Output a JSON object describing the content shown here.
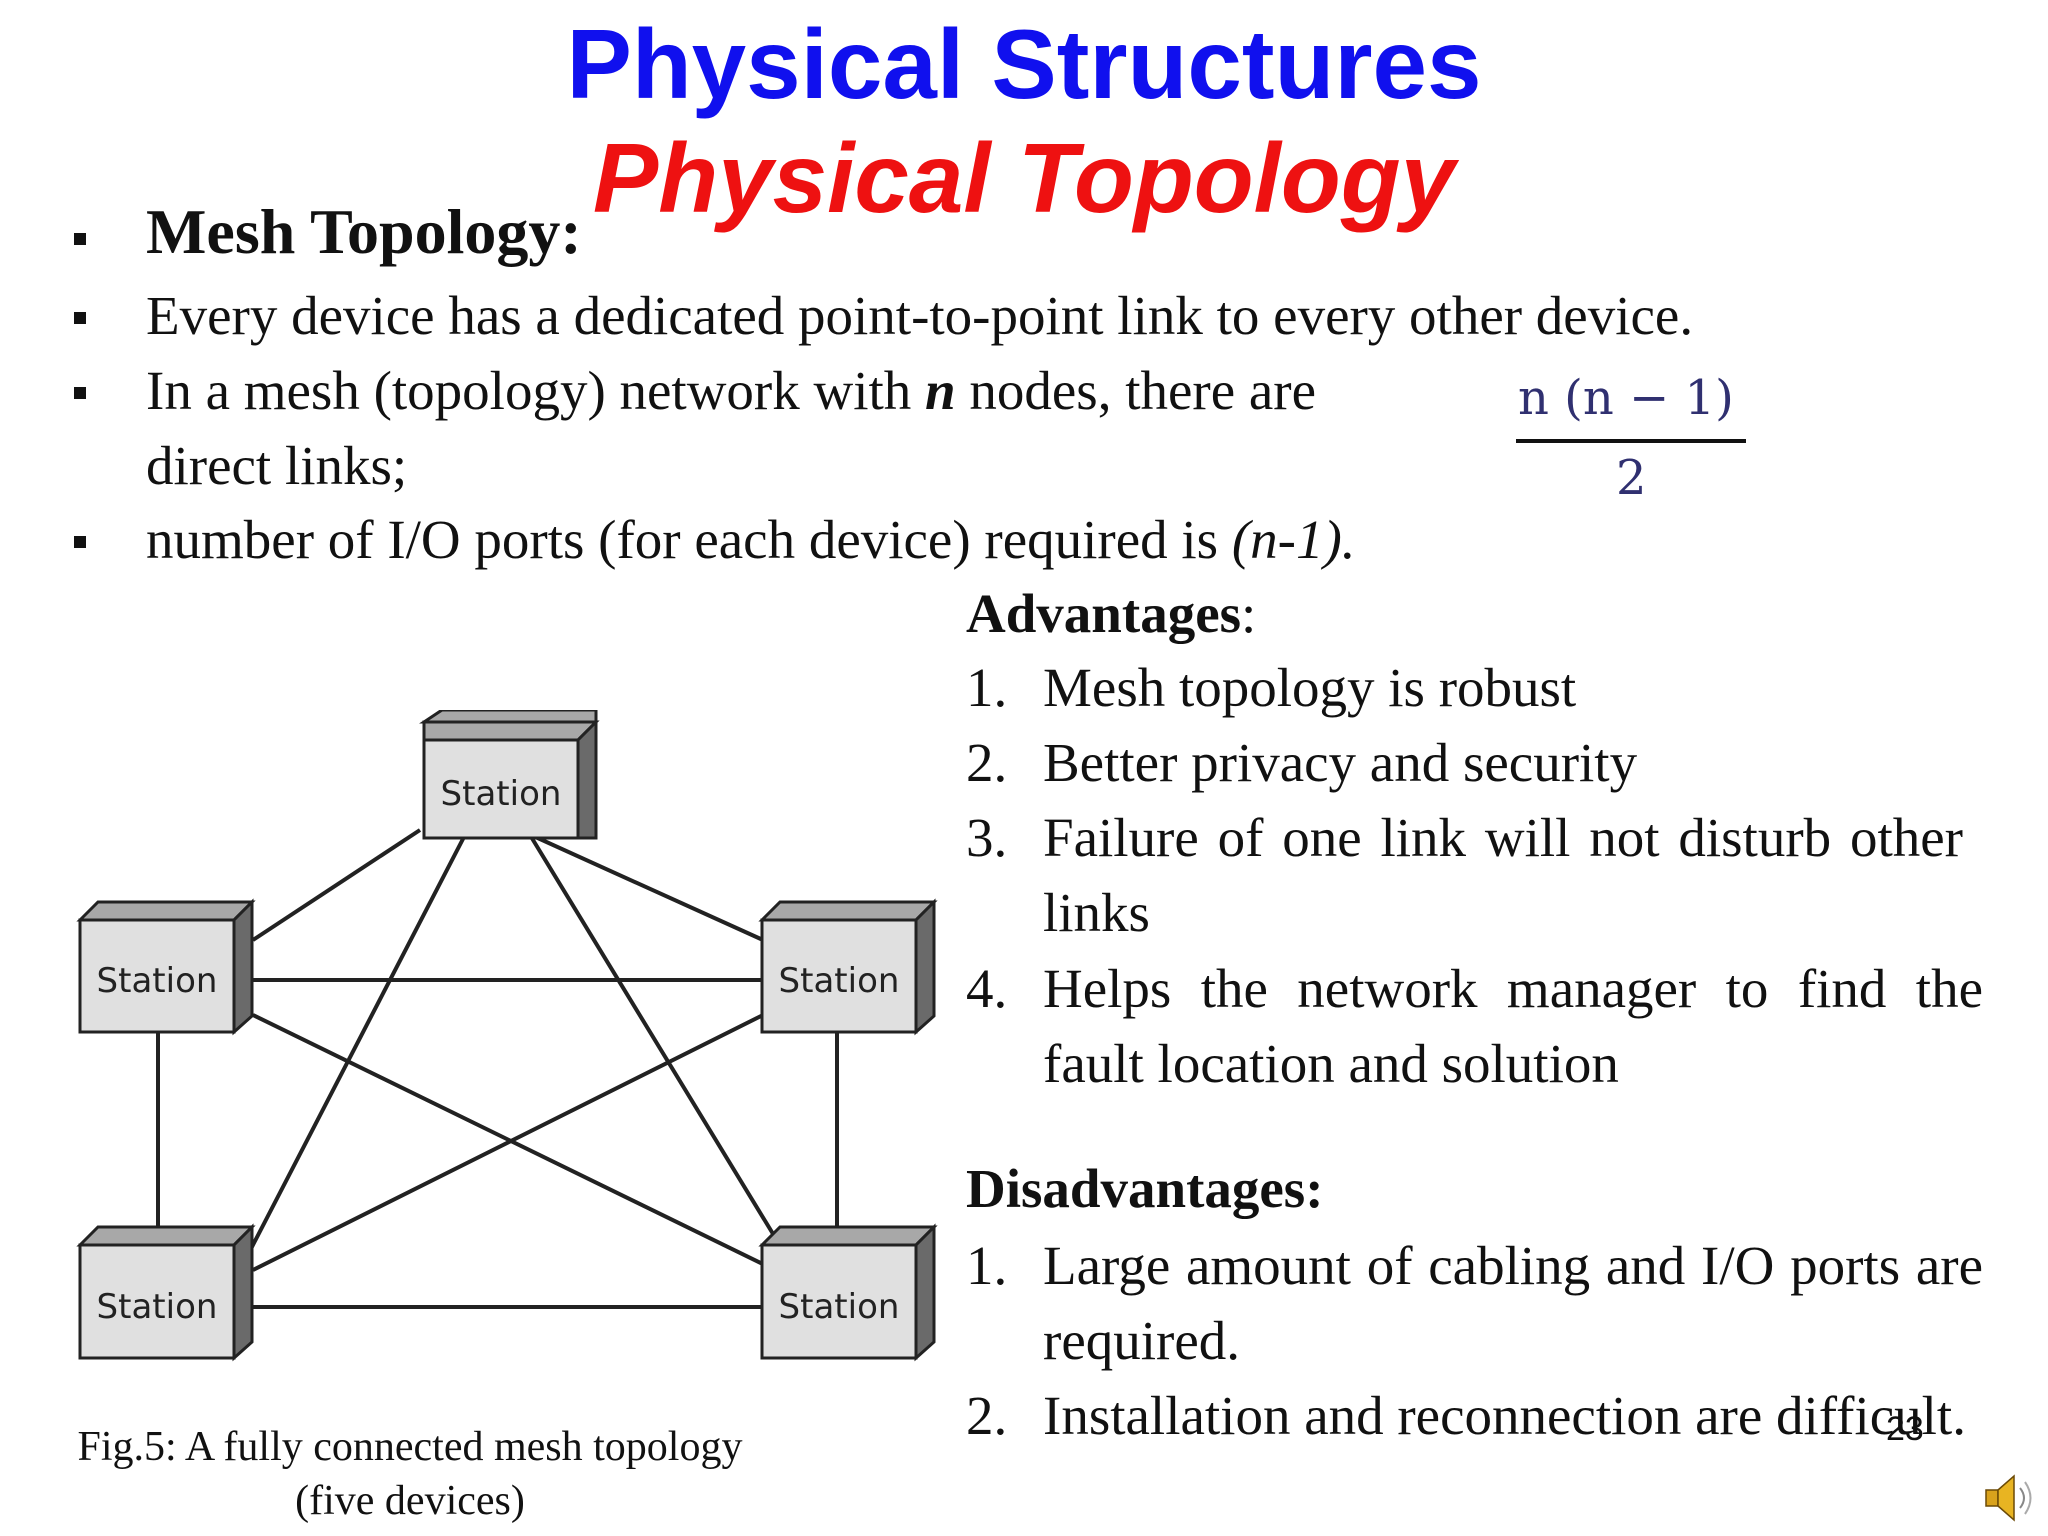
{
  "slide": {
    "title": "Physical Structures",
    "subtitle": "Physical Topology",
    "heading": "Mesh Topology:",
    "bullets": {
      "b1": "Every device has a dedicated point-to-point link to every other device.",
      "b2_a": "In a mesh (topology) network with ",
      "b2_n": "n",
      "b2_b": " nodes, there are",
      "b2_c": "direct  links;",
      "b3_a": "number of I/O ports (for each device) required is ",
      "b3_b": "(n-1)."
    },
    "formula": {
      "numerator": "n (n − 1)",
      "denominator": "2"
    },
    "advantages": {
      "heading": "Advantages",
      "colon": ":",
      "items": [
        {
          "num": "1.",
          "text": "Mesh topology is robust"
        },
        {
          "num": "2.",
          "text": "Better privacy and security"
        },
        {
          "num": "3.",
          "text": "Failure  of  one  link  will not disturb other links"
        },
        {
          "num": "4.",
          "text": "Helps  the  network  manager  to  find the fault location and solution"
        }
      ]
    },
    "disadvantages": {
      "heading": "Disadvantages:",
      "items": [
        {
          "num": "1.",
          "text": "Large  amount  of  cabling  and  I/O ports are required."
        },
        {
          "num": "2.",
          "text": "Installation   and   reconnection   are difficult."
        }
      ]
    },
    "diagram": {
      "station_label": "Station",
      "caption_line1": "Fig.5: A fully connected mesh topology",
      "caption_line2": "(five devices)"
    },
    "page_number": "23",
    "icons": {
      "bullet": "square-bullet-icon",
      "audio": "speaker-icon"
    },
    "colors": {
      "title": "#1010ee",
      "subtitle": "#ee1111"
    }
  }
}
